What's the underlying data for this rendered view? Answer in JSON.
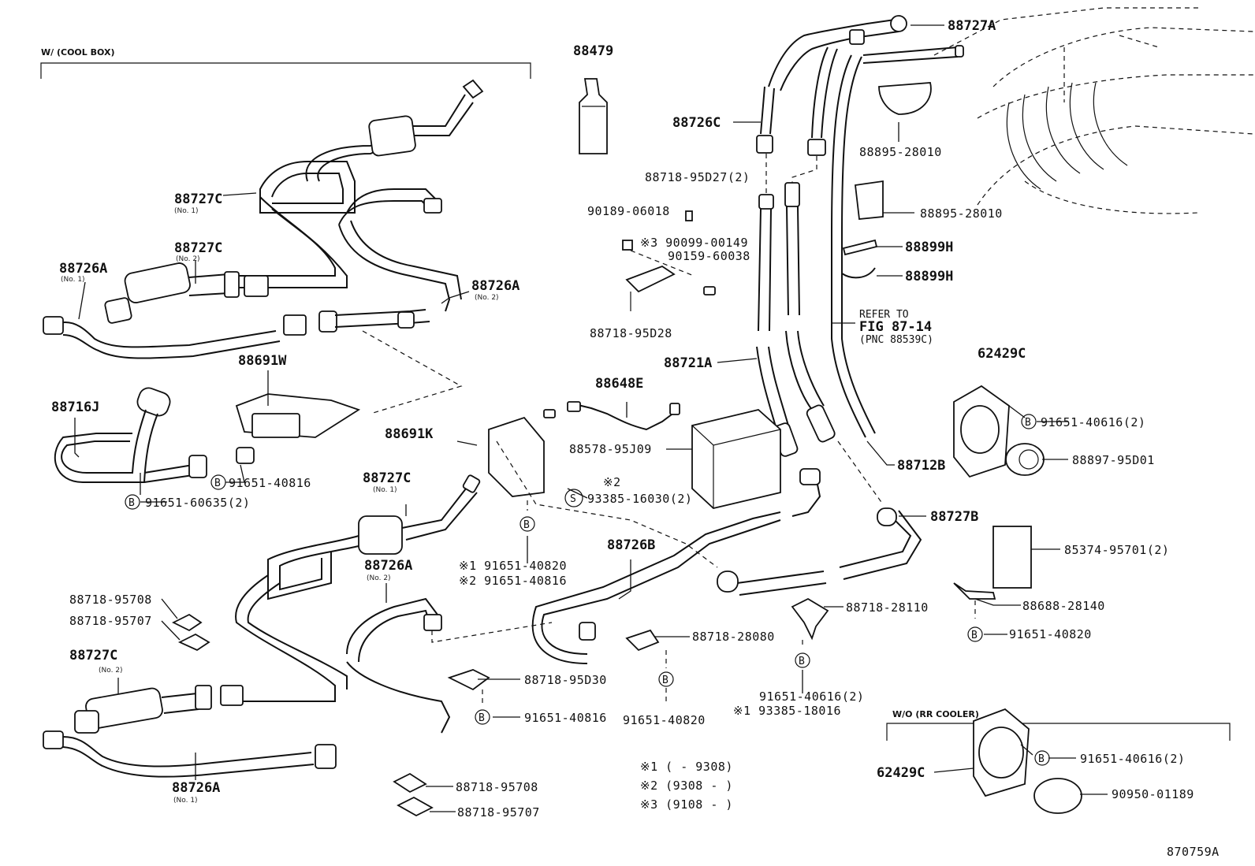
{
  "headings": {
    "cool_box": "W/ (COOL BOX)",
    "wo_rr_cooler": "W/O  (RR COOLER)",
    "refer_line1": "REFER TO",
    "refer_line2": "FIG 87-14",
    "refer_line3": "(PNC 88539C)",
    "figure_code": "870759A"
  },
  "circle_letters": {
    "b": "B",
    "s": "S"
  },
  "notes": {
    "n1": "※1 (      - 9308)",
    "n2": "※2 (9308 -      )",
    "n3": "※3 (9108 -      )"
  },
  "parts": {
    "p88479": "88479",
    "p88727A_top": "88727A",
    "p88726C": "88726C",
    "p88895_1": "88895-28010",
    "p88895_2": "88895-28010",
    "p88718_95D27": "88718-95D27(2)",
    "p90189": "90189-06018",
    "p90099": "※3 90099-00149",
    "p90159": "90159-60038",
    "p88718_95D28": "88718-95D28",
    "p88899H_1": "88899H",
    "p88899H_2": "88899H",
    "p88727C_a": "88727C",
    "p88727C_a_sub": "(No. 1)",
    "p88727C_b": "88727C",
    "p88727C_b_sub": "(No. 2)",
    "p88726A_a": "88726A",
    "p88726A_a_sub": "(No. 1)",
    "p88726A_b": "88726A",
    "p88726A_b_sub": "(No. 2)",
    "p88691W": "88691W",
    "p88716J": "88716J",
    "p91651_40816_a": "91651-40816",
    "p91651_60635": "91651-60635(2)",
    "p88721A": "88721A",
    "p88648E": "88648E",
    "p88691K": "88691K",
    "p88578": "88578-95J09",
    "p62429C_top": "62429C",
    "p91651_40616_top": "91651-40616(2)",
    "p88897": "88897-95D01",
    "p88712B": "88712B",
    "p93385_16030_star": "※2",
    "p93385_16030": "93385-16030(2)",
    "p88727C_c": "88727C",
    "p88727C_c_sub": "(No. 1)",
    "p88727B": "88727B",
    "p85374": "85374-95701(2)",
    "p88726B": "88726B",
    "p88726A_c": "88726A",
    "p88726A_c_sub": "(No. 2)",
    "p91651_40820_s1": "※1 91651-40820",
    "p91651_40816_s2": "※2 91651-40816",
    "p88718_95708_a": "88718-95708",
    "p88718_95707_a": "88718-95707",
    "p88688": "88688-28140",
    "p88718_28110": "88718-28110",
    "p91651_40820_r": "91651-40820",
    "p88718_28080": "88718-28080",
    "p88727C_d": "88727C",
    "p88727C_d_sub": "(No. 2)",
    "p88718_95D30": "88718-95D30",
    "p91651_40816_b": "91651-40816",
    "p91651_40820_c": "91651-40820",
    "p91651_40616_mid": "91651-40616(2)",
    "p93385_18016": "※1 93385-18016",
    "p62429C_bot": "62429C",
    "p91651_40616_bot": "91651-40616(2)",
    "p90950": "90950-01189",
    "p88726A_d": "88726A",
    "p88726A_d_sub": "(No. 1)",
    "p88718_95708_b": "88718-95708",
    "p88718_95707_b": "88718-95707"
  }
}
